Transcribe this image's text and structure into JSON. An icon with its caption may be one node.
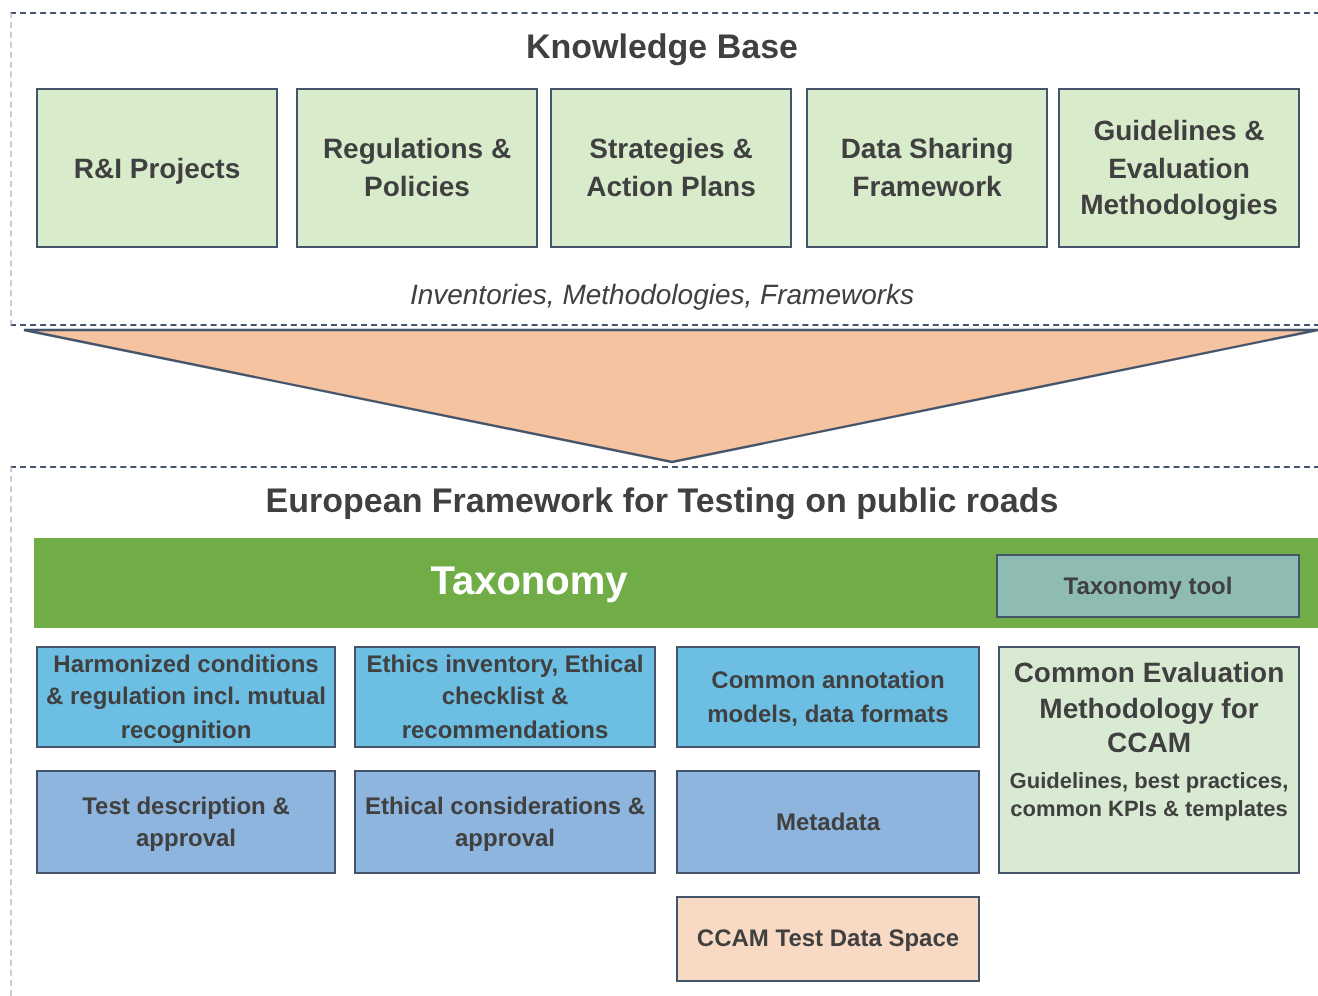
{
  "diagram": {
    "nodes": [
      {
        "text": [
          "Knowledge Base",
          "Inventories, Methodologies, Frameworks"
        ]
      },
      {
        "text": [
          "R&I Projects"
        ],
        "in": 0
      },
      {
        "text": [
          "Regulations & Policies"
        ],
        "in": 0
      },
      {
        "text": [
          "Strategies & Action Plans"
        ],
        "in": 0
      },
      {
        "text": [
          "Data Sharing Framework"
        ],
        "in": 0
      },
      {
        "text": [
          "Guidelines & Evaluation Methodologies"
        ],
        "in": 0
      },
      {
        "text": [
          "European Framework for Testing on public roads"
        ]
      },
      {
        "text": [
          "Taxonomy"
        ],
        "in": 6
      },
      {
        "text": [
          "Taxonomy tool"
        ],
        "in": 7
      },
      {
        "text": [
          "Harmonized conditions & regulation incl. mutual recognition"
        ],
        "in": 6
      },
      {
        "text": [
          "Ethics inventory, Ethical checklist & recommendations"
        ],
        "in": 6
      },
      {
        "text": [
          "Common annotation models, data formats"
        ],
        "in": 6
      },
      {
        "text": [
          "Common Evaluation Methodology for CCAM",
          "Guidelines, best practices, common KPIs & templates"
        ],
        "in": 6
      },
      {
        "text": [
          "Test description & approval"
        ],
        "in": 6
      },
      {
        "text": [
          "Ethical considerations & approval"
        ],
        "in": 6
      },
      {
        "text": [
          "Metadata"
        ],
        "in": 6
      },
      {
        "text": [
          "CCAM Test Data Space"
        ],
        "in": 6
      }
    ],
    "edges": [
      {
        "from": 0,
        "to": 6,
        "arrow": "to"
      }
    ]
  }
}
